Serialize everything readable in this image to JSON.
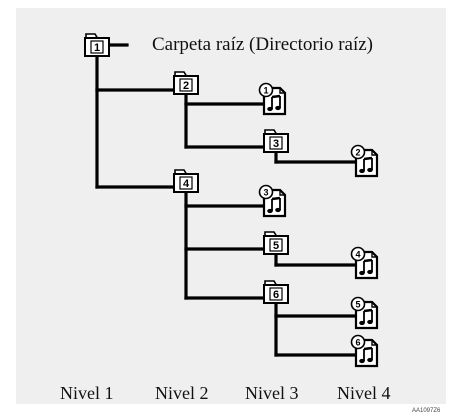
{
  "root_label": "Carpeta raíz (Directorio raíz)",
  "levels": [
    "Nivel 1",
    "Nivel 2",
    "Nivel 3",
    "Nivel 4"
  ],
  "figure_code": "AA1097Z6",
  "folders": [
    {
      "id": "f1",
      "number": "1"
    },
    {
      "id": "f2",
      "number": "2"
    },
    {
      "id": "f3",
      "number": "3"
    },
    {
      "id": "f4",
      "number": "4"
    },
    {
      "id": "f5",
      "number": "5"
    },
    {
      "id": "f6",
      "number": "6"
    }
  ],
  "files": [
    {
      "id": "m1",
      "number": "1"
    },
    {
      "id": "m2",
      "number": "2"
    },
    {
      "id": "m3",
      "number": "3"
    },
    {
      "id": "m4",
      "number": "4"
    },
    {
      "id": "m5",
      "number": "5"
    },
    {
      "id": "m6",
      "number": "6"
    }
  ],
  "colors": {
    "panel": "#efefef",
    "line": "#000000",
    "icon_fill": "#ffffff"
  }
}
